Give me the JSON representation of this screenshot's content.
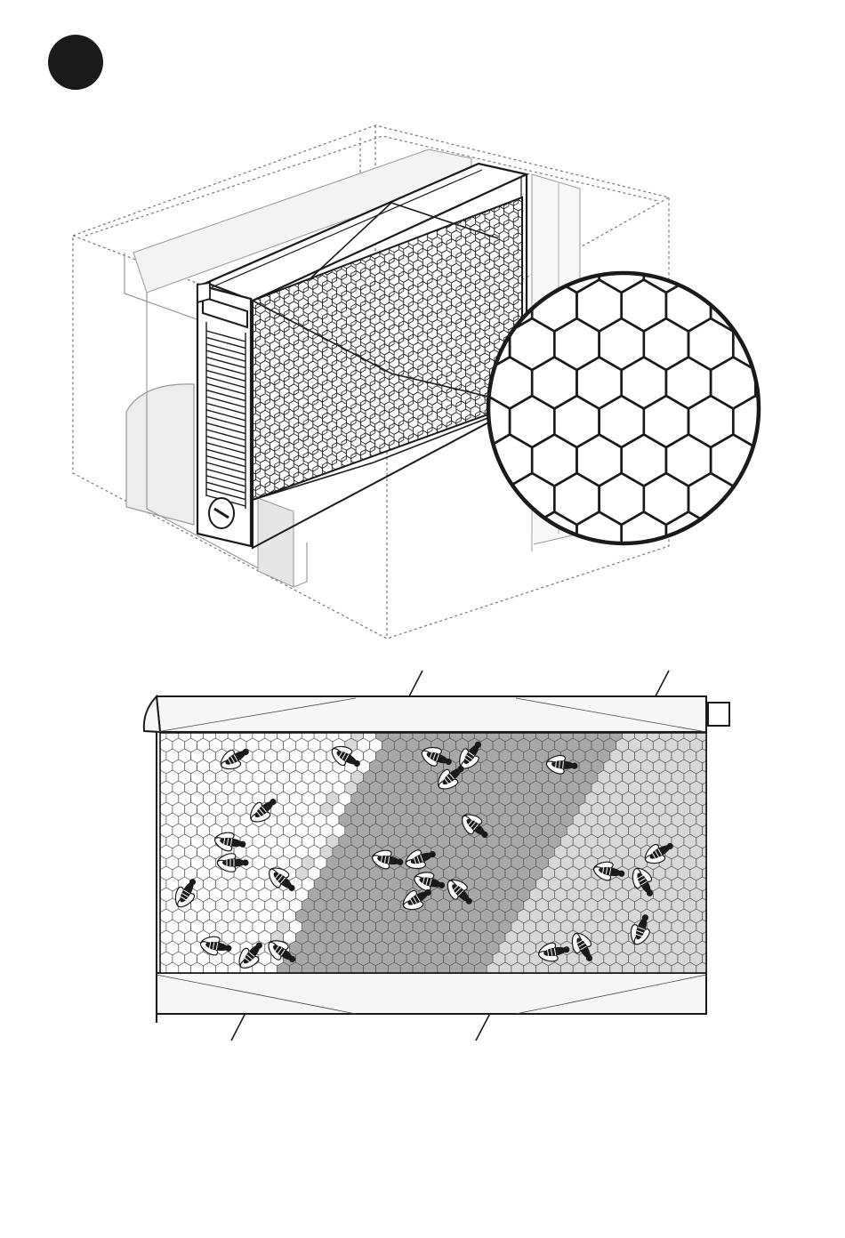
{
  "figure": {
    "step_marker": {
      "icon": "filled-black-circle-icon",
      "label": ""
    },
    "upper_illustration": {
      "subject": "hive-box-with-frame-and-feeder",
      "components": [
        "dashed-outline-hive-box",
        "frame-being-inserted",
        "frame-feeder",
        "round-knob",
        "foundation-hexagon-pattern"
      ],
      "detail_callout": "magnified-hexagon-foundation-cells"
    },
    "lower_illustration": {
      "subject": "frame-comb-with-bees",
      "zones": [
        "capped-brood-dark",
        "pollen-medium",
        "honey-light"
      ],
      "divider_lines": 2
    },
    "colors": {
      "ink": "#1a1a1a",
      "outline": "#555555",
      "box_shade": "#f0f0f0",
      "comb_white": "#ffffff",
      "comb_dark": "#a8a8a8",
      "comb_light": "#d8d8d8"
    }
  }
}
